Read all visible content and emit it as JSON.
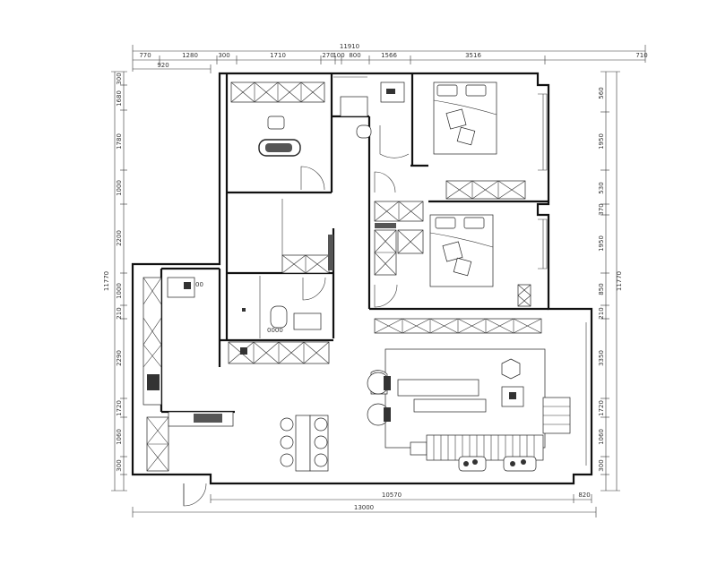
{
  "dimensions": {
    "top_row1": [
      "770",
      "1280",
      "300",
      "1710",
      "270",
      "100",
      "800",
      "1566",
      "3516",
      "710"
    ],
    "top_total": "11910",
    "top_row2": [
      "920"
    ],
    "left_col": [
      "300",
      "1680",
      "1780",
      "1000",
      "2200",
      "1000",
      "210",
      "2290",
      "1720",
      "1060",
      "300"
    ],
    "left_total": "11770",
    "right_col": [
      "560",
      "1950",
      "530",
      "370",
      "1950",
      "850",
      "210",
      "3350",
      "1720",
      "1060",
      "300"
    ],
    "right_total": "11770",
    "bottom_inner": "10570",
    "bottom_side": "820",
    "bottom_total": "13000"
  },
  "room_labels": {
    "vanity": "0000",
    "appliance": "00"
  }
}
